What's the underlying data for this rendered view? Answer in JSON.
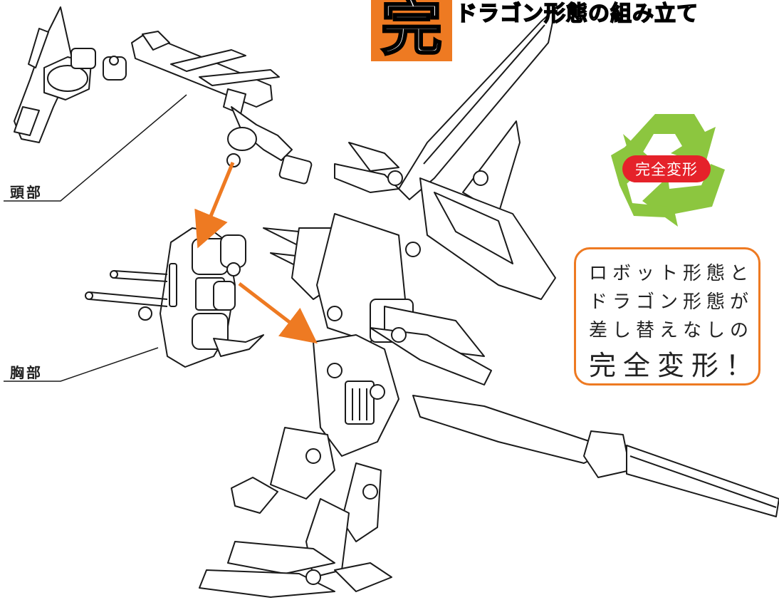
{
  "title": {
    "badge_char": "完",
    "text": "ドラゴン形態の組み立て"
  },
  "labels": {
    "head": "頭部",
    "chest": "胸部"
  },
  "recycle": {
    "pill_text": "完全変形",
    "icon": "recycle-icon",
    "color": "#8cc63f"
  },
  "callout": {
    "lines": [
      "ロボット形態と",
      "ドラゴン形態が",
      "差し替えなしの"
    ],
    "emphasis": "完全変形！"
  },
  "colors": {
    "accent": "#ee7a22",
    "pill": "#e5222a",
    "line_art": "#1a1a1a"
  },
  "parts": [
    "head-assembly",
    "chest-assembly",
    "dragon-assembly"
  ]
}
